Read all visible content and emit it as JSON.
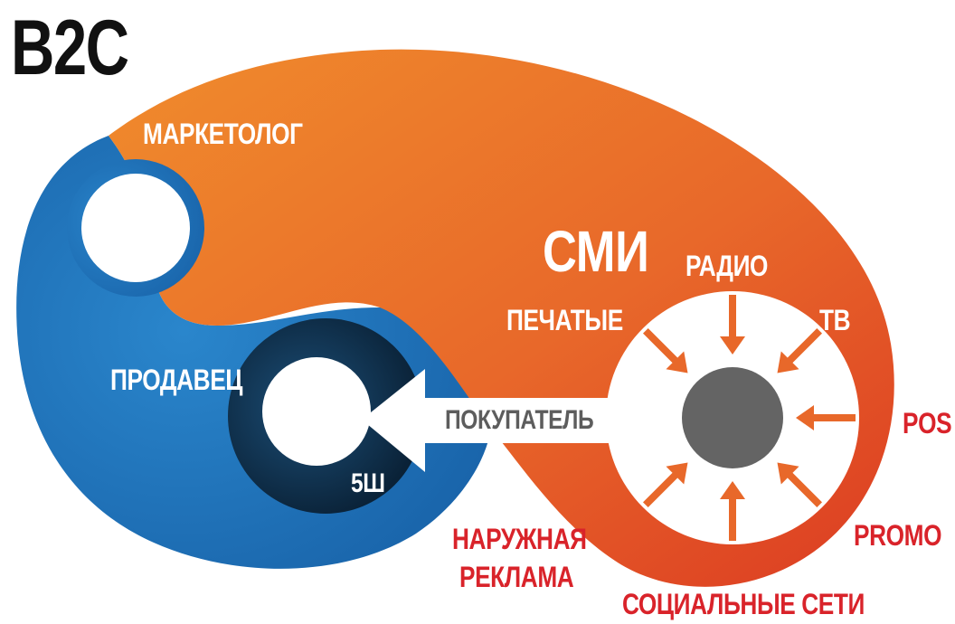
{
  "diagram": {
    "title": "B2C",
    "labels": {
      "marketer": "МАРКЕТОЛОГ",
      "seller": "ПРОДАВЕЦ",
      "buyer": "ПОКУПАТЕЛЬ",
      "five_sh": "5Ш",
      "media": "СМИ",
      "radio": "РАДИО",
      "tv": "ТВ",
      "print": "ПЕЧАТЫЕ",
      "pos": "POS",
      "promo": "PROMO",
      "social": "СОЦИАЛЬНЫЕ СЕТИ",
      "outdoor_line1": "НАРУЖНАЯ",
      "outdoor_line2": "РЕКЛАМА"
    },
    "colors": {
      "orange": "#e8682a",
      "orange_light": "#ee8a2e",
      "red_orange": "#e04a22",
      "blue": "#1f72b8",
      "dark_navy": "#0b2740",
      "gray_hub": "#646464",
      "red_text": "#d9232a"
    }
  }
}
